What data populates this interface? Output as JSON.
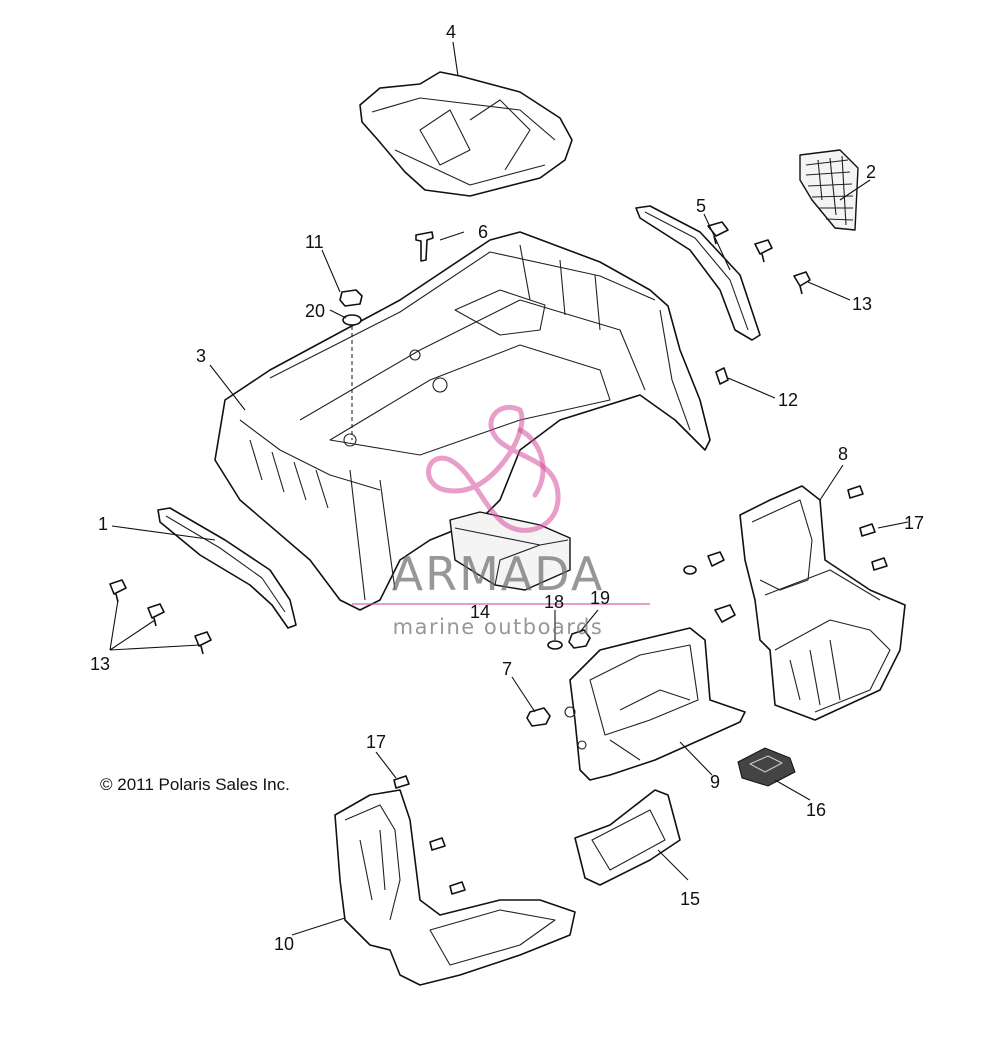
{
  "callouts": [
    "1",
    "2",
    "3",
    "4",
    "5",
    "6",
    "7",
    "8",
    "9",
    "10",
    "11",
    "12",
    "13",
    "13",
    "14",
    "15",
    "16",
    "17",
    "17",
    "18",
    "19",
    "20"
  ],
  "copyright": "© 2011 Polaris Sales Inc.",
  "watermark": {
    "brand": "ARMADA",
    "tagline": "marine outboards",
    "accent_color": "#d64f9a"
  }
}
